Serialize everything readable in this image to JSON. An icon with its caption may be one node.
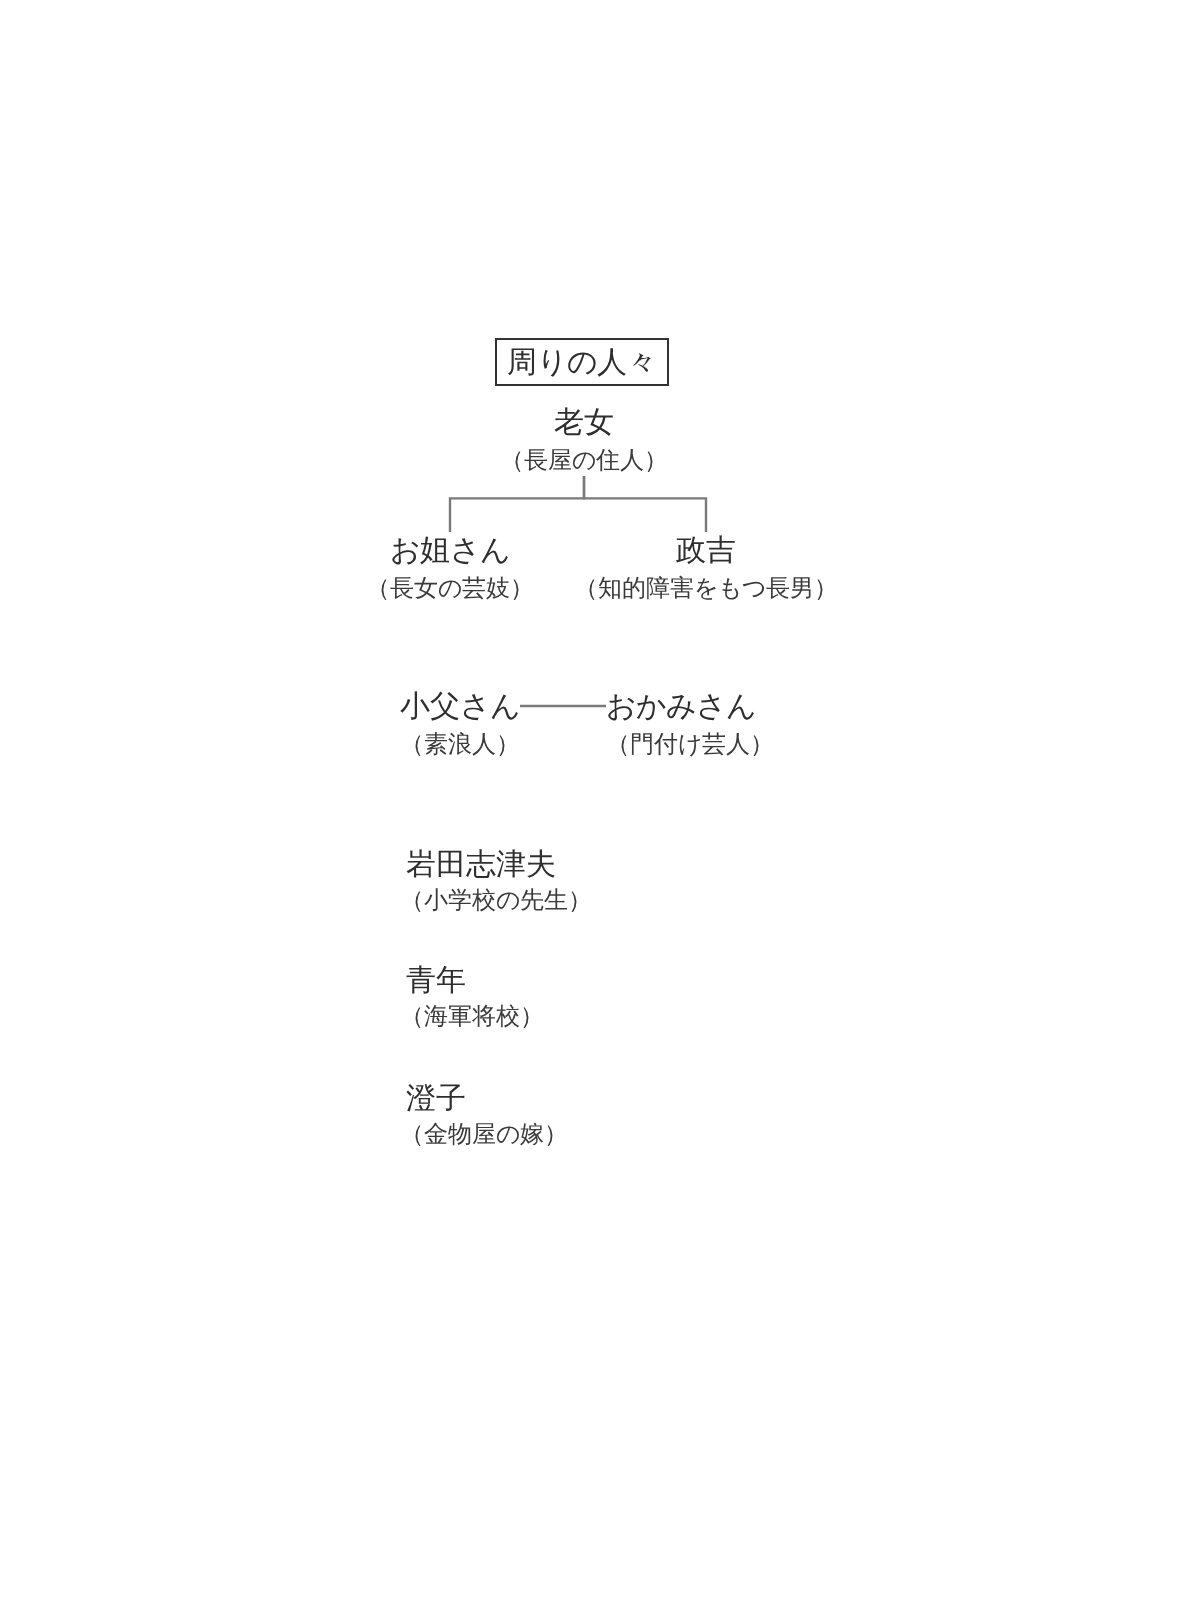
{
  "diagram": {
    "title": "周りの人々",
    "nodes": [
      {
        "text": [
          "老女",
          "（長屋の住人）"
        ]
      },
      {
        "text": [
          "お姐さん",
          "（長女の芸妓）"
        ]
      },
      {
        "text": [
          "政吉",
          "（知的障害をもつ長男）"
        ]
      },
      {
        "text": [
          "小父さん",
          "（素浪人）"
        ]
      },
      {
        "text": [
          "おかみさん",
          "（門付け芸人）"
        ]
      }
    ],
    "edges": [
      {
        "from": 0,
        "to": 1,
        "arrow": "none"
      },
      {
        "from": 0,
        "to": 2,
        "arrow": "none"
      },
      {
        "from": 3,
        "to": 4,
        "arrow": "none"
      }
    ],
    "labels": [
      "岩田志津夫",
      "（小学校の先生）",
      "青年",
      "（海軍将校）",
      "澄子",
      "（金物屋の嫁）"
    ]
  }
}
